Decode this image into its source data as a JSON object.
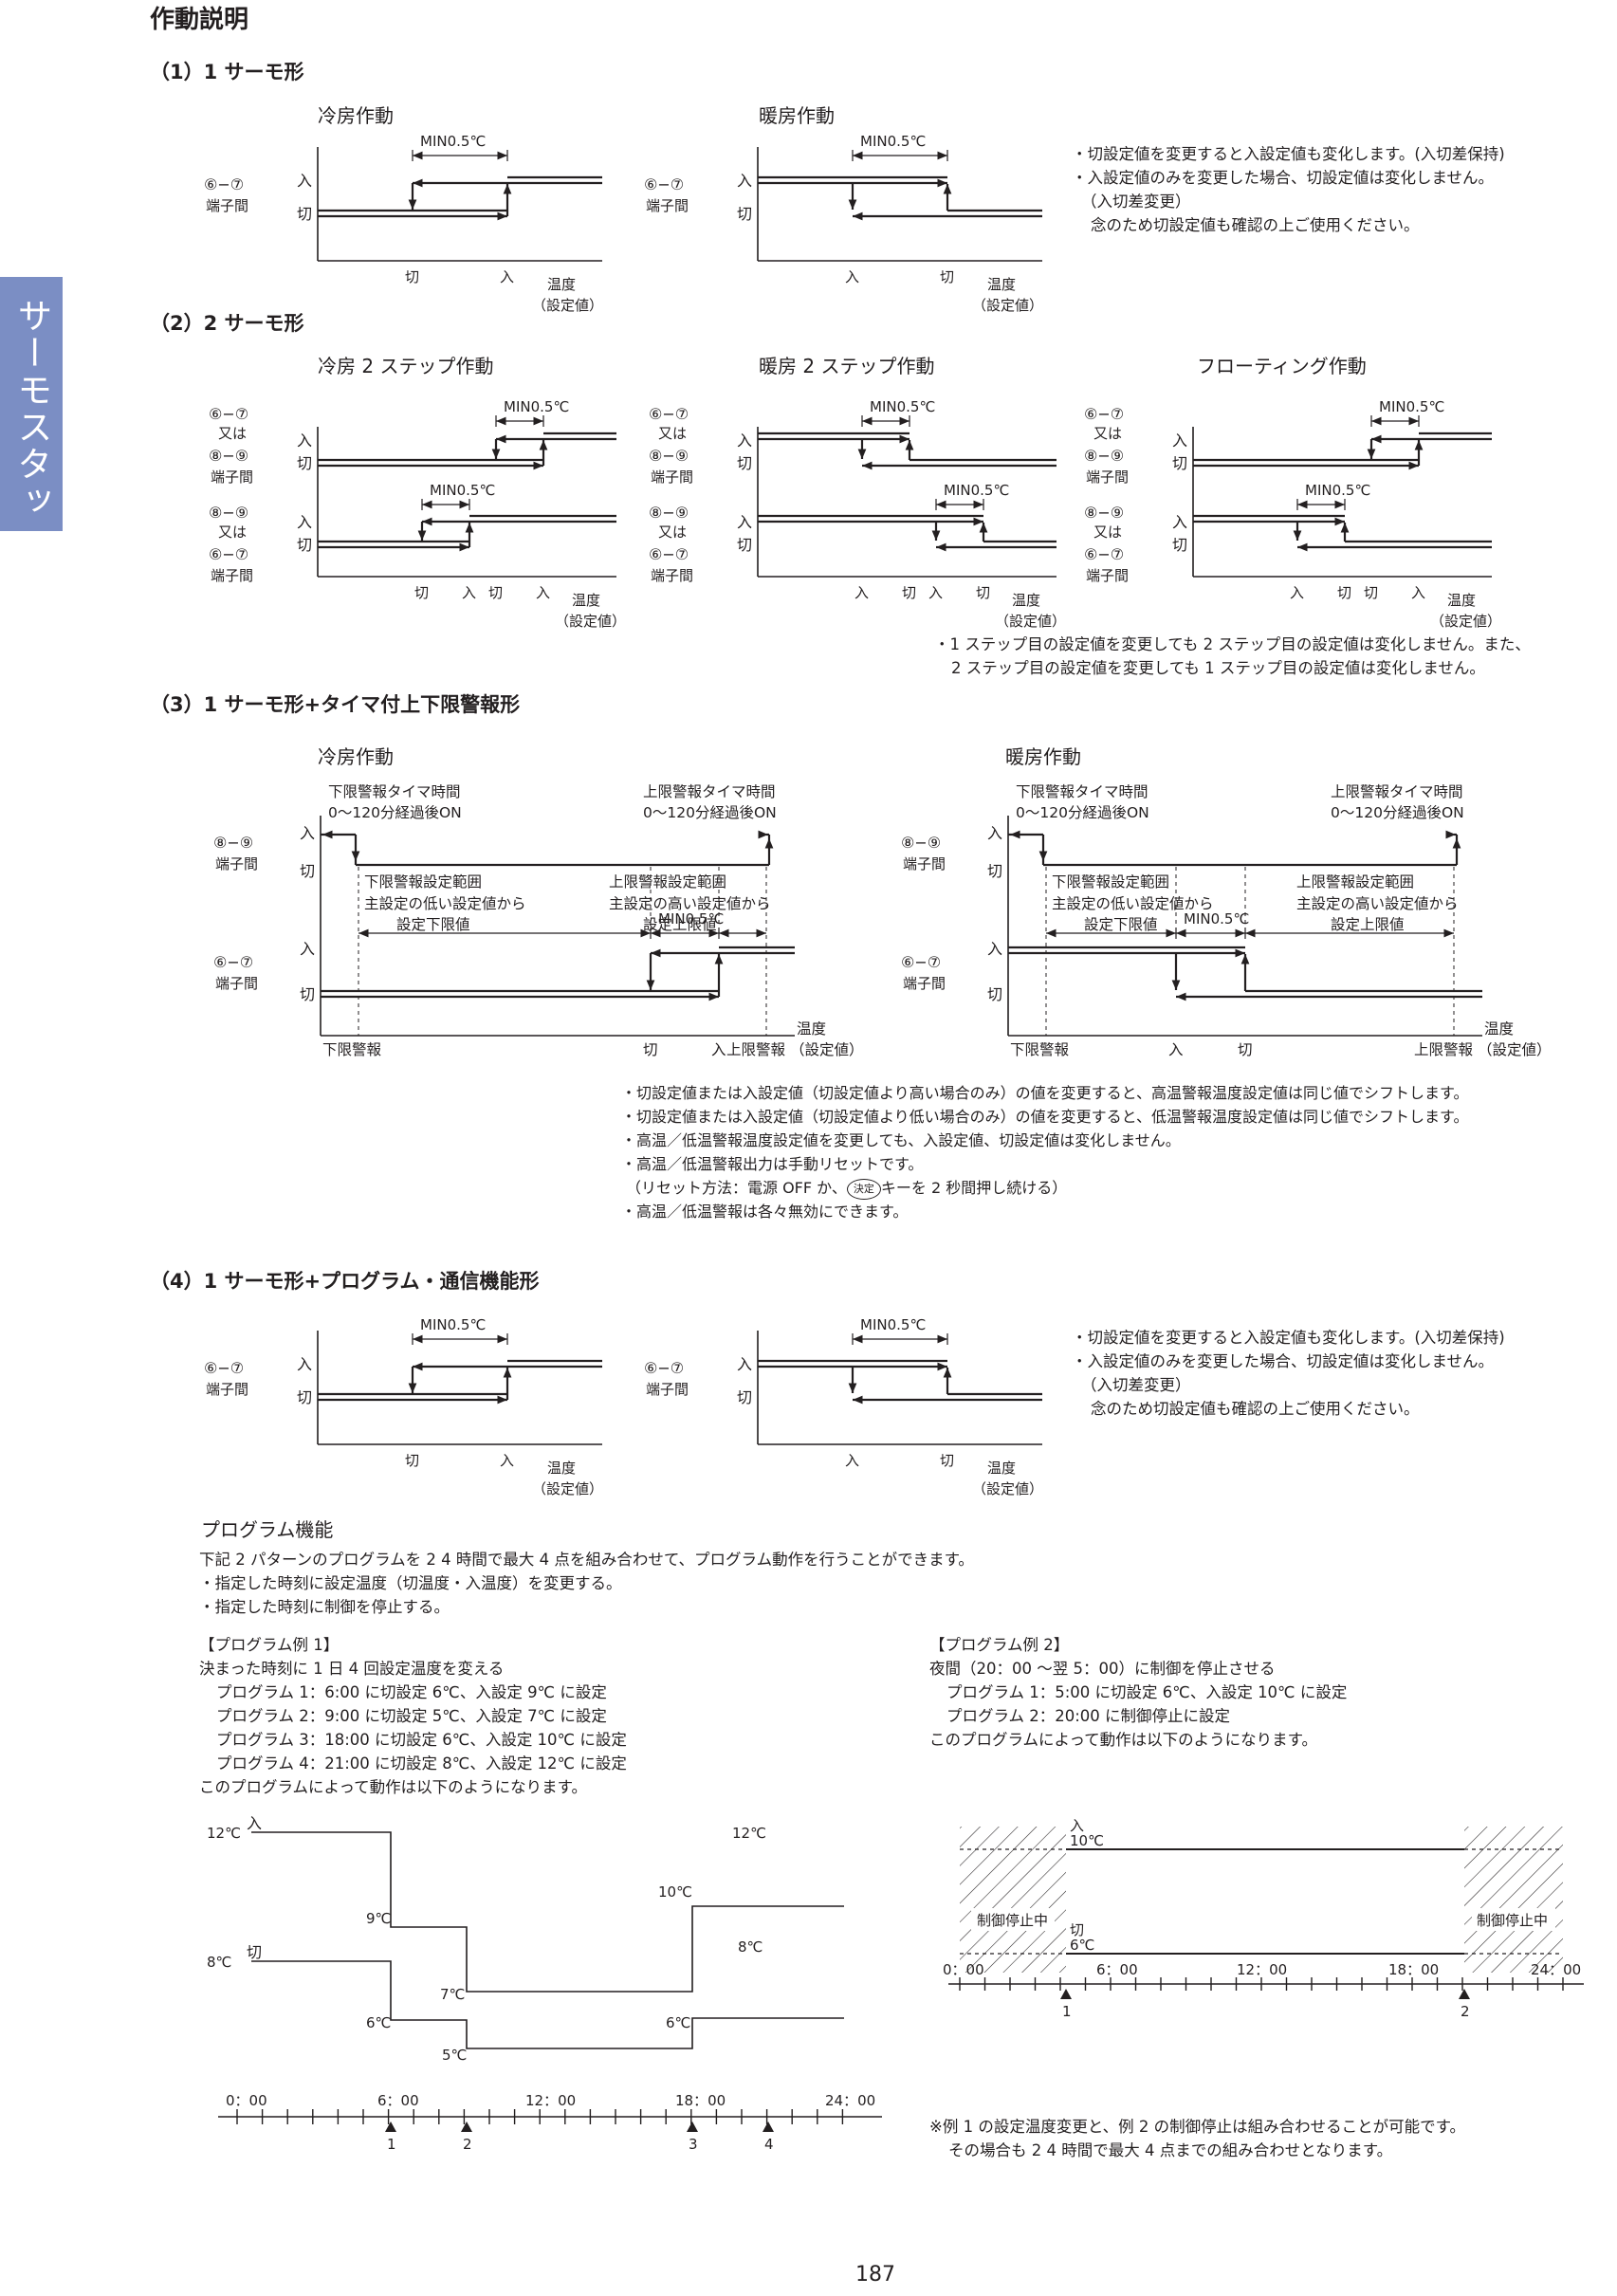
{
  "page_title": "作動説明",
  "side_tab": "サーモスタット",
  "page_number": "187",
  "common": {
    "on": "入",
    "off": "切",
    "terminal_67": "⑥−⑦",
    "terminal_89": "⑧−⑨",
    "between": "端子間",
    "or": "又は",
    "temp": "温度",
    "setval": "（設定値）",
    "min": "MIN0.5℃"
  },
  "sec1": {
    "heading": "（1）1 サーモ形",
    "cool_title": "冷房作動",
    "heat_title": "暖房作動",
    "notes": [
      "・切設定値を変更すると入設定値も変化します。(入切差保持)",
      "・入設定値のみを変更した場合、切設定値は変化しません。",
      "（入切差変更）",
      "念のため切設定値も確認の上ご使用ください。"
    ]
  },
  "sec2": {
    "heading": "（2）2 サーモ形",
    "cool_title": "冷房 2 ステップ作動",
    "heat_title": "暖房 2 ステップ作動",
    "float_title": "フローティング作動",
    "notes": [
      "・1 ステップ目の設定値を変更しても 2 ステップ目の設定値は変化しません。また、",
      "2 ステップ目の設定値を変更しても 1 ステップ目の設定値は変化しません。"
    ]
  },
  "sec3": {
    "heading": "（3）1 サーモ形+タイマ付上下限警報形",
    "cool_title": "冷房作動",
    "heat_title": "暖房作動",
    "low_timer": [
      "下限警報タイマ時間",
      "0〜120分経過後ON"
    ],
    "high_timer": [
      "上限警報タイマ時間",
      "0〜120分経過後ON"
    ],
    "low_range": [
      "下限警報設定範囲",
      "主設定の低い設定値から",
      "設定下限値"
    ],
    "high_range": [
      "上限警報設定範囲",
      "主設定の高い設定値から",
      "設定上限値"
    ],
    "low_alarm": "下限警報",
    "high_alarm": "上限警報",
    "notes": [
      "・切設定値または入設定値（切設定値より高い場合のみ）の値を変更すると、高温警報温度設定値は同じ値でシフトします。",
      "・切設定値または入設定値（切設定値より低い場合のみ）の値を変更すると、低温警報温度設定値は同じ値でシフトします。",
      "・高温／低温警報温度設定値を変更しても、入設定値、切設定値は変化しません。",
      "・高温／低温警報出力は手動リセットです。"
    ],
    "reset_pre": "（リセット方法：電源 OFF か、",
    "reset_key": "決定",
    "reset_post": "キーを 2 秒間押し続ける）",
    "last_note": "・高温／低温警報は各々無効にできます。"
  },
  "sec4": {
    "heading": "（4）1 サーモ形+プログラム・通信機能形",
    "notes": [
      "・切設定値を変更すると入設定値も変化します。(入切差保持)",
      "・入設定値のみを変更した場合、切設定値は変化しません。",
      "（入切差変更）",
      "念のため切設定値も確認の上ご使用ください。"
    ]
  },
  "program": {
    "heading": "プログラム機能",
    "intro": [
      "下記 2 パターンのプログラムを 2 4 時間で最大 4 点を組み合わせて、プログラム動作を行うことができます。",
      "・指定した時刻に設定温度（切温度・入温度）を変更する。",
      "・指定した時刻に制御を停止する。"
    ],
    "ex1": {
      "title": "【プログラム例 1】",
      "lines": [
        "決まった時刻に 1 日 4 回設定温度を変える",
        "プログラム 1：6:00 に切設定 6℃、入設定 9℃ に設定",
        "プログラム 2：9:00 に切設定 5℃、入設定 7℃ に設定",
        "プログラム 3：18:00 に切設定 6℃、入設定 10℃ に設定",
        "プログラム 4：21:00 に切設定 8℃、入設定 12℃ に設定",
        "このプログラムによって動作は以下のようになります。"
      ],
      "temps": {
        "t12a": "12℃",
        "t8a": "8℃",
        "t9": "9℃",
        "t6a": "6℃",
        "t7": "7℃",
        "t5": "5℃",
        "t10": "10℃",
        "t6b": "6℃",
        "t12b": "12℃",
        "t8b": "8℃"
      },
      "ticks": [
        "0：00",
        "6：00",
        "12：00",
        "18：00",
        "24：00"
      ],
      "markers": [
        "1",
        "2",
        "3",
        "4"
      ]
    },
    "ex2": {
      "title": "【プログラム例 2】",
      "lines": [
        "夜間（20：00 〜翌 5：00）に制御を停止させる",
        "プログラム 1：5:00 に切設定 6℃、入設定 10℃ に設定",
        "プログラム 2：20:00 に制御停止に設定",
        "このプログラムによって動作は以下のようになります。"
      ],
      "t10": "10℃",
      "t6": "6℃",
      "stop": "制御停止中",
      "ticks": [
        "0：00",
        "6：00",
        "12：00",
        "18：00",
        "24：00"
      ],
      "markers": [
        "1",
        "2"
      ]
    },
    "footnote": [
      "※例 1 の設定温度変更と、例 2 の制御停止は組み合わせることが可能です。",
      "その場合も 2 4 時間で最大 4 点までの組み合わせとなります。"
    ]
  }
}
